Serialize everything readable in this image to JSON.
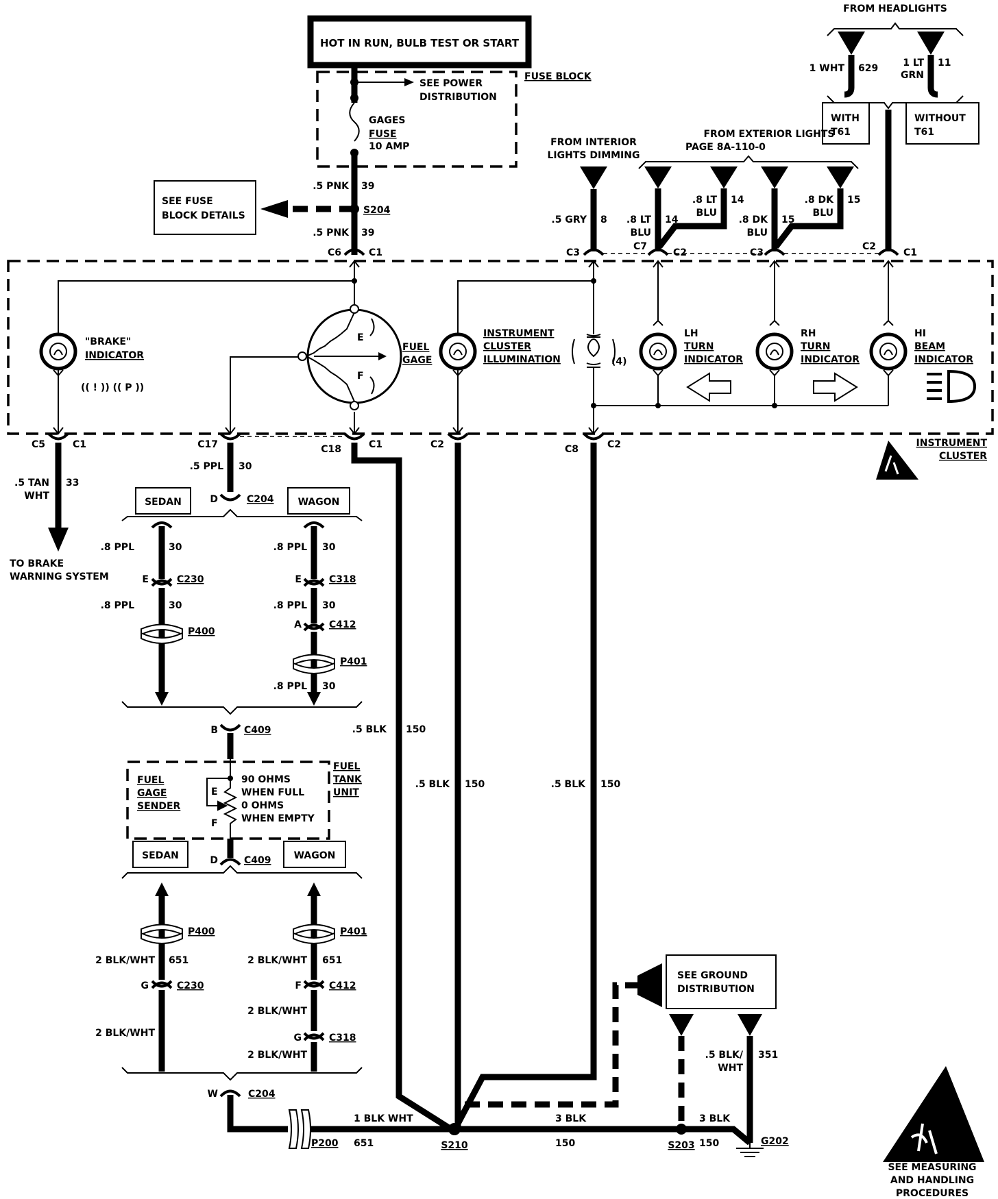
{
  "top": {
    "hot_box": "HOT IN RUN, BULB TEST OR START",
    "fuse_block": "FUSE BLOCK",
    "see_power_line1": "SEE POWER",
    "see_power_line2": "DISTRIBUTION",
    "gages_line1": "GAGES",
    "gages_line2": "FUSE",
    "gages_line3": "10 AMP",
    "see_fuse_line1": "SEE FUSE",
    "see_fuse_line2": "BLOCK DETAILS",
    "w_pnk_1": ".5 PNK",
    "c_39_1": "39",
    "s204": "S204",
    "w_pnk_2": ".5 PNK",
    "c_39_2": "39"
  },
  "headlights": {
    "from": "FROM HEADLIGHTS",
    "w_wht": "1 WHT",
    "c_629": "629",
    "w_ltgrn_1": "1 LT",
    "w_ltgrn_2": "GRN",
    "c_11": "11",
    "with_1": "WITH",
    "with_2": "T61",
    "without_1": "WITHOUT",
    "without_2": "T61"
  },
  "interior": {
    "line1": "FROM INTERIOR",
    "line2": "LIGHTS DIMMING",
    "w_gry": ".5 GRY",
    "c_8": "8"
  },
  "exterior": {
    "line1": "FROM EXTERIOR LIGHTS",
    "line2": "PAGE 8A-110-0",
    "w_ltblu_a1": ".8 LT",
    "w_ltblu_a2": "BLU",
    "c_14a": "14",
    "w_ltblu_b1": ".8 LT",
    "w_ltblu_b2": "BLU",
    "c_14b": "14",
    "w_dkblu_a1": ".8 DK",
    "w_dkblu_a2": "BLU",
    "c_15a": "15",
    "w_dkblu_b1": ".8 DK",
    "w_dkblu_b2": "BLU",
    "c_15b": "15"
  },
  "connectors_top": {
    "c6": "C6",
    "c1a": "C1",
    "c3a": "C3",
    "c7": "C7",
    "c2a": "C2",
    "c3b": "C3",
    "c2b": "C2",
    "c1b": "C1"
  },
  "cluster": {
    "brake_1": "\"BRAKE\"",
    "brake_2": "INDICATOR",
    "brake_sym": "(( ! )) (( P ))",
    "fuel_1": "FUEL",
    "fuel_2": "GAGE",
    "gage_e": "E",
    "gage_f": "F",
    "illum_1": "INSTRUMENT",
    "illum_2": "CLUSTER",
    "illum_3": "ILLUMINATION",
    "qty": "(4)",
    "lh_1": "LH",
    "lh_2": "TURN",
    "lh_3": "INDICATOR",
    "rh_1": "RH",
    "rh_2": "TURN",
    "rh_3": "INDICATOR",
    "hi_1": "HI",
    "hi_2": "BEAM",
    "hi_3": "INDICATOR",
    "title_1": "INSTRUMENT",
    "title_2": "CLUSTER"
  },
  "connectors_bottom": {
    "c5": "C5",
    "c1a": "C1",
    "c17": "C17",
    "c18": "C18",
    "c1b": "C1",
    "c2a": "C2",
    "c8": "C8",
    "c2b": "C2"
  },
  "brake_wire": {
    "w1": ".5 TAN",
    "w2": "WHT",
    "c_33": "33",
    "to_1": "TO BRAKE",
    "to_2": "WARNING SYSTEM"
  },
  "sender_feed": {
    "w_ppl": ".5 PPL",
    "c_30": "30",
    "d": "D",
    "c204": "C204",
    "sedan": "SEDAN",
    "wagon": "WAGON",
    "s_w1": ".8 PPL",
    "s_c1": "30",
    "s_e": "E",
    "s_c230": "C230",
    "s_w2": ".8 PPL",
    "s_c2": "30",
    "s_p400": "P400",
    "w_w1": ".8 PPL",
    "w_c1": "30",
    "w_e": "E",
    "w_c318": "C318",
    "w_w2": ".8 PPL",
    "w_c2": "30",
    "w_a": "A",
    "w_c412": "C412",
    "w_p401": "P401",
    "w_w3": ".8 PPL",
    "w_c3": "30",
    "b": "B",
    "c409a": "C409"
  },
  "tank": {
    "sender_1": "FUEL",
    "sender_2": "GAGE",
    "sender_3": "SENDER",
    "e": "E",
    "f": "F",
    "spec_1": "90 OHMS",
    "spec_2": "WHEN FULL",
    "spec_3": "0 OHMS",
    "spec_4": "WHEN EMPTY",
    "unit_1": "FUEL",
    "unit_2": "TANK",
    "unit_3": "UNIT",
    "d": "D",
    "c409b": "C409"
  },
  "ground_side": {
    "sedan": "SEDAN",
    "wagon": "WAGON",
    "s_p400": "P400",
    "s_w1": "2 BLK/WHT",
    "s_c1": "651",
    "s_g": "G",
    "s_c230": "C230",
    "s_w2": "2 BLK/WHT",
    "w_p401": "P401",
    "w_w1": "2 BLK/WHT",
    "w_c1": "651",
    "w_f": "F",
    "w_c412": "C412",
    "w_w2": "2 BLK/WHT",
    "w_g": "G",
    "w_c318": "C318",
    "w_w3": "2 BLK/WHT",
    "w": "W",
    "c204": "C204",
    "p200": "P200",
    "w_blkwht": "1 BLK WHT",
    "c_651": "651"
  },
  "grounds": {
    "g1_w": ".5 BLK",
    "g1_c": "150",
    "g2_w": ".5 BLK",
    "g2_c": "150",
    "g3_w": ".5 BLK",
    "g3_c": "150",
    "s210": "S210",
    "w_3blk_a": "3 BLK",
    "c_150a": "150",
    "s203": "S203",
    "w_3blk_b": "3 BLK",
    "c_150b": "150",
    "g202": "G202",
    "see_gnd_1": "SEE GROUND",
    "see_gnd_2": "DISTRIBUTION",
    "w_blkwht_1": ".5 BLK/",
    "w_blkwht_2": "WHT",
    "c_351": "351",
    "esd_1": "SEE MEASURING",
    "esd_2": "AND HANDLING",
    "esd_3": "PROCEDURES"
  }
}
